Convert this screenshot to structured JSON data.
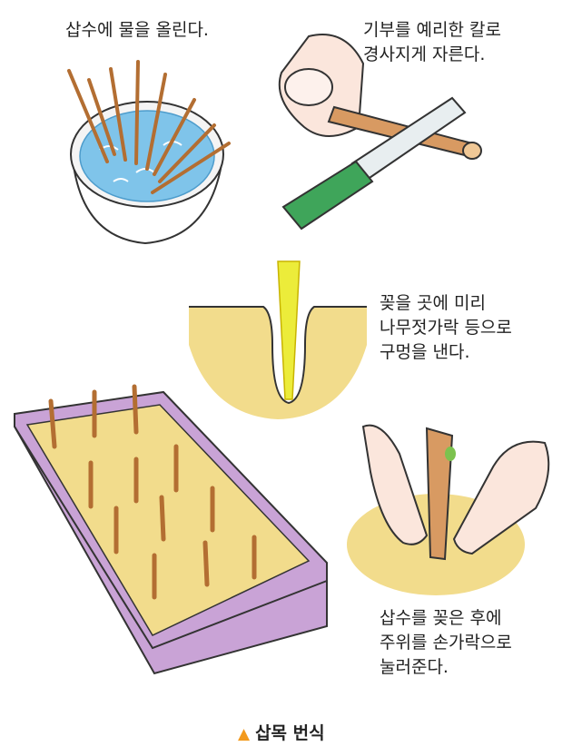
{
  "captions": {
    "water": [
      "삽수에 물을 올린다."
    ],
    "cut": [
      "기부를 예리한 칼로",
      "경사지게 자른다."
    ],
    "hole": [
      "꽂을 곳에 미리",
      "나무젓가락 등으로",
      "구멍을 낸다."
    ],
    "press": [
      "삽수를 꽂은 후에",
      "주위를 손가락으로",
      "눌러준다."
    ]
  },
  "footer": {
    "marker": "▲",
    "title": "삽목 번식"
  },
  "colors": {
    "water": "#7fc4ea",
    "cutting": "#c98b53",
    "soil": "#f2dc8c",
    "tray": "#c9a3d6",
    "knife_handle": "#3fa55a",
    "chopstick": "#ecec3a",
    "marker": "#f39a1e"
  }
}
